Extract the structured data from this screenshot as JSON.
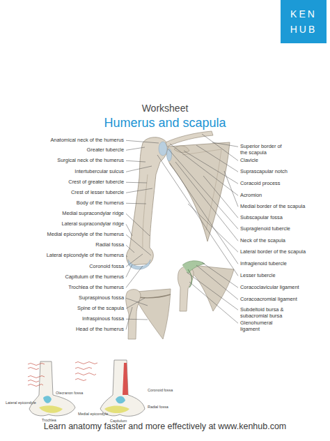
{
  "diagram": {
    "title": "Humerus and scapula",
    "nodes": [
      {
        "text": [
          "KEN HUB"
        ]
      }
    ],
    "labels": [
      "Worksheet",
      "Anatomical neck of the humerus",
      "Greater tubercle",
      "Surgical neck of the humerus",
      "Intertubercular sulcus",
      "Crest of greater tubercle",
      "Crest of lesser tubercle",
      "Body of the humerus",
      "Medial supracondylar ridge",
      "Lateral supracondylar ridge",
      "Medial epicondyle of the humerus",
      "Radial fossa",
      "Lateral epicondyle of the humerus",
      "Coronoid fossa",
      "Capitulum of the humerus",
      "Trochlea of the humerus",
      "Supraspinous fossa",
      "Spine of the scapula",
      "Infraspinous fossa",
      "Head of the humerus",
      "Superior border of the scapula",
      "Clavicle",
      "Suprascapular notch",
      "Coracoid process",
      "Acromion",
      "Medial border of the scapula",
      "Subscapular fossa",
      "Supraglenoid tubercle",
      "Neck of the scapula",
      "Lateral border of the scapula",
      "Infraglenoid tubercle",
      "Lesser tubercle",
      "Coracoclavicular ligament",
      "Coracoacromial ligament",
      "Subdeltoid bursa & subacromial bursa",
      "Glenohumeral ligament",
      "Olecranon fossa",
      "Lateral epicondyle",
      "Trochlea",
      "Medial epicondyle",
      "Coronoid fossa",
      "Radial fossa",
      "Capitulum",
      "Learn anatomy faster and more effectively at www.kenhub.com"
    ]
  }
}
